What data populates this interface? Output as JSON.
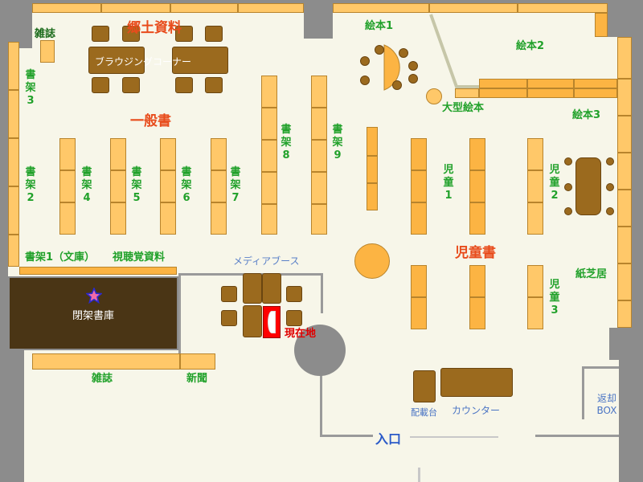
{
  "labels": {
    "zasshi_top": "雑誌",
    "kyodo": "郷土資料",
    "browsing": "ブラウジングコーナー",
    "ippan": "一般書",
    "shoka3": "書架3",
    "shoka2": "書架2",
    "shoka4": "書架4",
    "shoka5": "書架5",
    "shoka6": "書架6",
    "shoka7": "書架7",
    "shoka8": "書架8",
    "shoka9": "書架9",
    "shoka1": "書架1（文庫）",
    "shicho": "視聴覚資料",
    "heika": "閉架書庫",
    "media": "メディアブース",
    "genzaichi": "現在地",
    "zasshi_bottom": "雑誌",
    "shinbun": "新聞",
    "ehon1": "絵本1",
    "ehon2": "絵本2",
    "ehon3": "絵本3",
    "ogata_ehon": "大型絵本",
    "jido1": "児童1",
    "jido2": "児童2",
    "jido3": "児童3",
    "jidosho": "児童書",
    "kamishibai": "紙芝居",
    "haisaidai": "配載台",
    "counter": "カウンター",
    "entrance": "入口",
    "henkyaku": "返却BOX"
  },
  "colors": {
    "floor": "#f7f6e9",
    "shelf": "#ffc869",
    "wall": "#8c8c8c",
    "furniture": "#9b6a1e",
    "closed_stack": "#4a3515",
    "current_location": "#ff0000",
    "section_title": "#e84c1c",
    "shelf_label": "#21a12a"
  },
  "icons": {
    "closed_stack_marker": "star-icon",
    "current_location_marker": "current-location-icon"
  }
}
